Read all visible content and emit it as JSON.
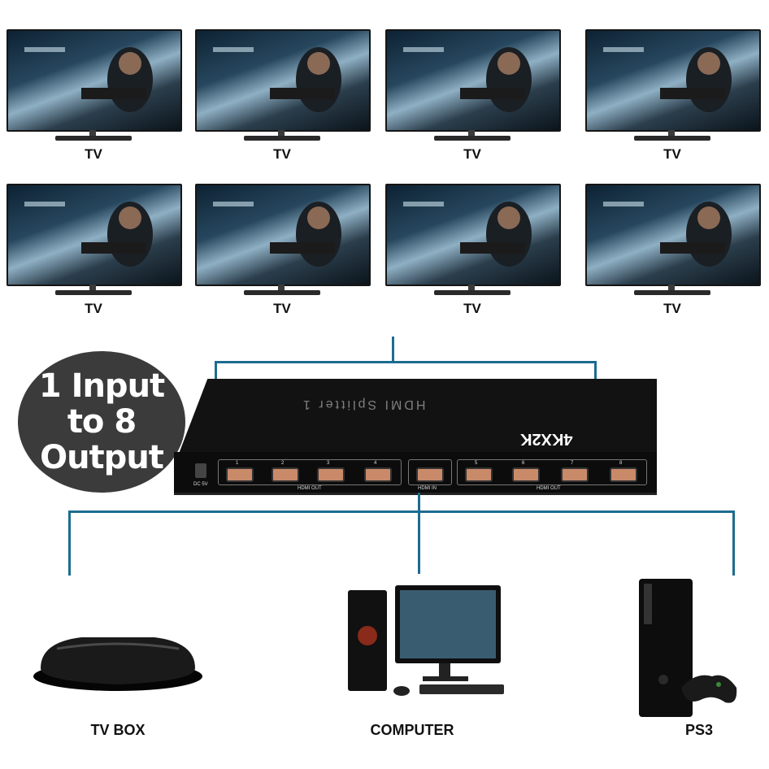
{
  "tvs": [
    "TV",
    "TV",
    "TV",
    "TV",
    "TV",
    "TV",
    "TV",
    "TV"
  ],
  "badge": {
    "line1": "1 Input",
    "line2": "to 8",
    "line3": "Output"
  },
  "splitter": {
    "brand": "4KX2K",
    "model": "HDMI Splitter 1",
    "dc_label": "DC 5V",
    "out_label": "HDMI OUT",
    "in_label": "HDMI IN",
    "port_numbers": [
      "1",
      "2",
      "3",
      "4",
      "5",
      "6",
      "7",
      "8"
    ]
  },
  "devices": {
    "tv_box": "TV BOX",
    "computer": "COMPUTER",
    "ps3": "PS3"
  },
  "colors": {
    "line": "#1d6c8f",
    "badge": "#3b3b3b",
    "device": "#121212"
  }
}
